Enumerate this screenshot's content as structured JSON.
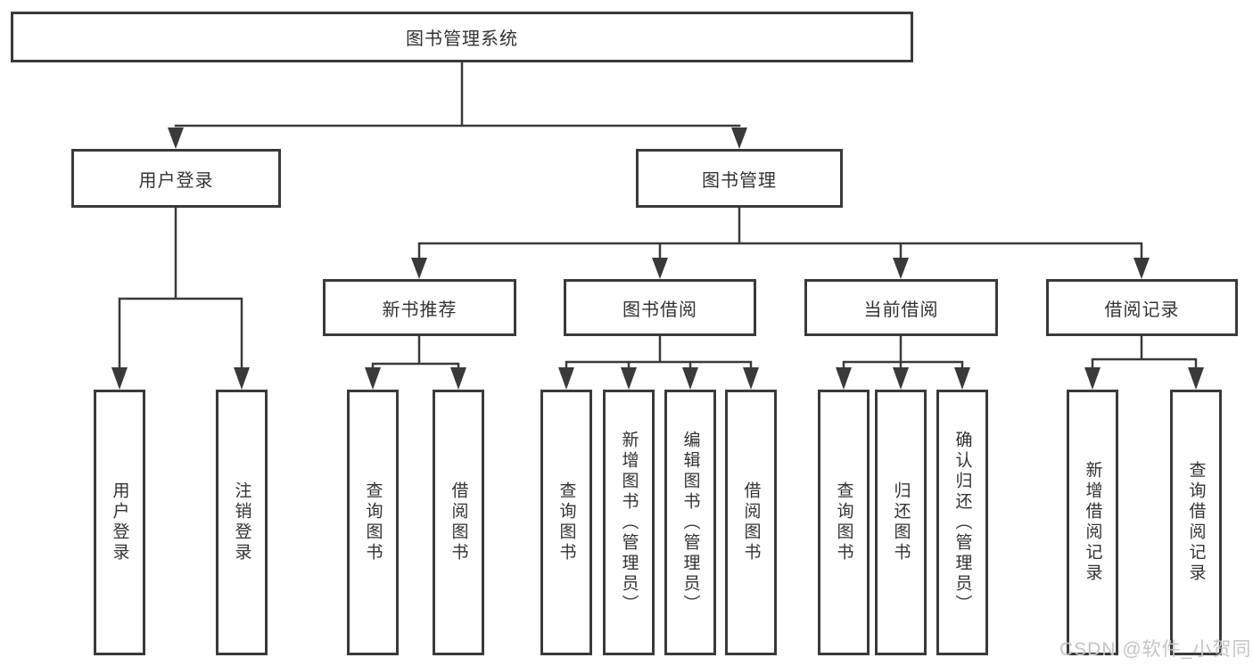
{
  "diagram": {
    "root": {
      "label": "图书管理系统"
    },
    "level2": [
      {
        "label": "用户登录"
      },
      {
        "label": "图书管理"
      }
    ],
    "level3": [
      {
        "label": "新书推荐"
      },
      {
        "label": "图书借阅"
      },
      {
        "label": "当前借阅"
      },
      {
        "label": "借阅记录"
      }
    ],
    "leaves": {
      "user": [
        {
          "label": "用户登录"
        },
        {
          "label": "注销登录"
        }
      ],
      "newbook": [
        {
          "label": "查询图书"
        },
        {
          "label": "借阅图书"
        }
      ],
      "borrow": [
        {
          "label": "查询图书"
        },
        {
          "label": "新增图书（管理员）"
        },
        {
          "label": "编辑图书（管理员）"
        },
        {
          "label": "借阅图书"
        }
      ],
      "current": [
        {
          "label": "查询图书"
        },
        {
          "label": "归还图书"
        },
        {
          "label": "确认归还（管理员）"
        }
      ],
      "records": [
        {
          "label": "新增借阅记录"
        },
        {
          "label": "查询借阅记录"
        }
      ]
    }
  },
  "watermark": {
    "text": "CSDN @软件_小贺同学"
  },
  "colors": {
    "line": "#3a3a3a",
    "text": "#333333",
    "watermark": "#c5c5c8",
    "background": "#ffffff"
  }
}
